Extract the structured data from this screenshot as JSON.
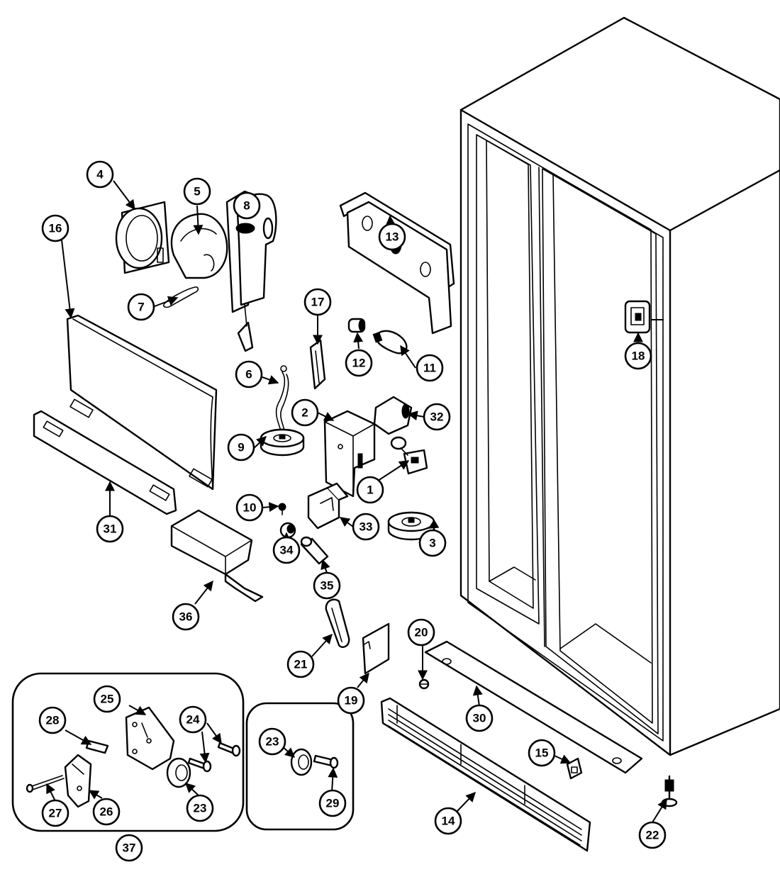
{
  "diagram": {
    "callouts": [
      {
        "id": "c1",
        "label": "1"
      },
      {
        "id": "c2",
        "label": "2"
      },
      {
        "id": "c3",
        "label": "3"
      },
      {
        "id": "c4",
        "label": "4"
      },
      {
        "id": "c5",
        "label": "5"
      },
      {
        "id": "c6",
        "label": "6"
      },
      {
        "id": "c7",
        "label": "7"
      },
      {
        "id": "c8",
        "label": "8"
      },
      {
        "id": "c9",
        "label": "9"
      },
      {
        "id": "c10",
        "label": "10"
      },
      {
        "id": "c11",
        "label": "11"
      },
      {
        "id": "c12",
        "label": "12"
      },
      {
        "id": "c13",
        "label": "13"
      },
      {
        "id": "c14",
        "label": "14"
      },
      {
        "id": "c15",
        "label": "15"
      },
      {
        "id": "c16",
        "label": "16"
      },
      {
        "id": "c17",
        "label": "17"
      },
      {
        "id": "c18",
        "label": "18"
      },
      {
        "id": "c19",
        "label": "19"
      },
      {
        "id": "c20",
        "label": "20"
      },
      {
        "id": "c21",
        "label": "21"
      },
      {
        "id": "c22",
        "label": "22"
      },
      {
        "id": "c23a",
        "label": "23"
      },
      {
        "id": "c23b",
        "label": "23"
      },
      {
        "id": "c24",
        "label": "24"
      },
      {
        "id": "c25",
        "label": "25"
      },
      {
        "id": "c26",
        "label": "26"
      },
      {
        "id": "c27",
        "label": "27"
      },
      {
        "id": "c28",
        "label": "28"
      },
      {
        "id": "c29",
        "label": "29"
      },
      {
        "id": "c30",
        "label": "30"
      },
      {
        "id": "c31",
        "label": "31"
      },
      {
        "id": "c32",
        "label": "32"
      },
      {
        "id": "c33",
        "label": "33"
      },
      {
        "id": "c34",
        "label": "34"
      },
      {
        "id": "c35",
        "label": "35"
      },
      {
        "id": "c36",
        "label": "36"
      },
      {
        "id": "c37",
        "label": "37"
      }
    ]
  }
}
